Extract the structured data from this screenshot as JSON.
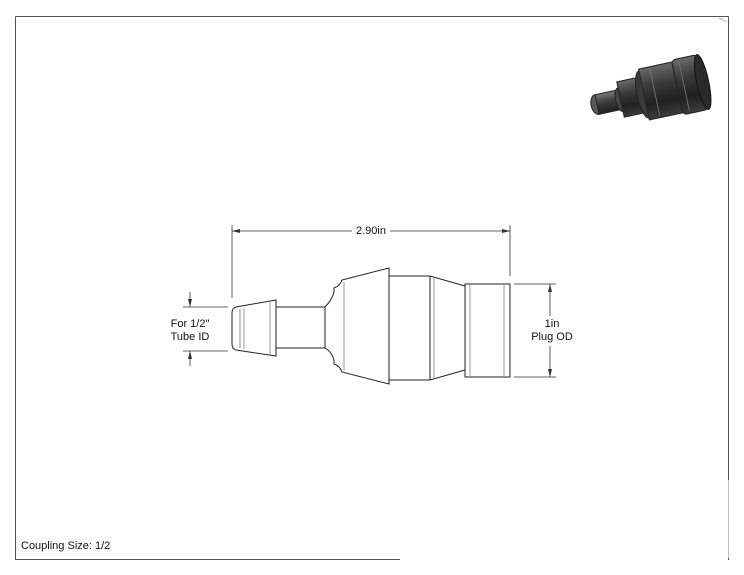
{
  "dimensions": {
    "overall_length": "2.90in",
    "tube_id_line1": "For 1/2\"",
    "tube_id_line2": "Tube ID",
    "plug_od_line1": "1in",
    "plug_od_line2": "Plug OD"
  },
  "footer": {
    "coupling_size": "Coupling Size: 1/2"
  }
}
